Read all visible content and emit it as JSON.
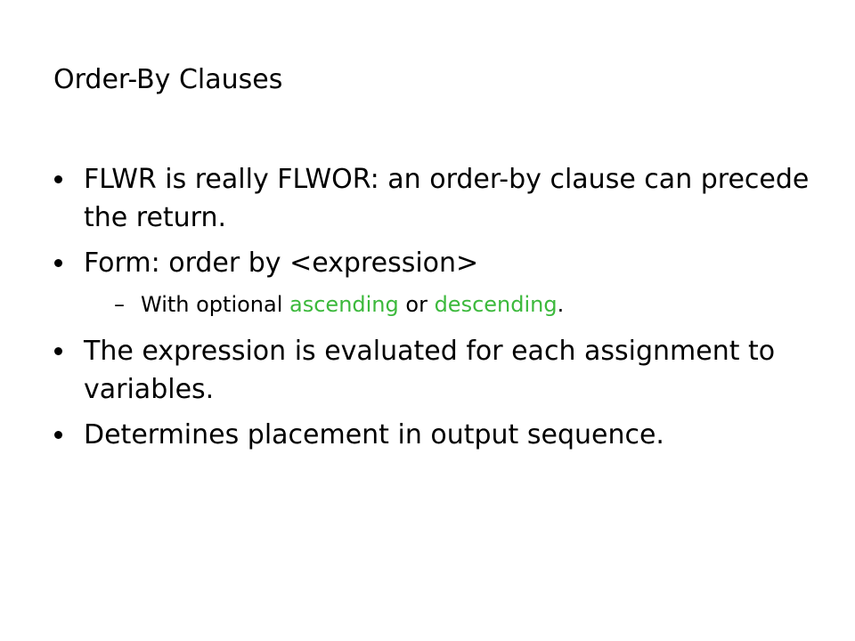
{
  "slide": {
    "title": "Order-By Clauses",
    "bullets": [
      {
        "text": "FLWR is really FLWOR: an order-by clause can precede the return."
      },
      {
        "text": "Form: order by <expression>"
      },
      {
        "text": "The expression is evaluated for each assignment to variables."
      },
      {
        "text": "Determines placement in output sequence."
      }
    ],
    "sub_bullet": {
      "dash": "–",
      "prefix": "With optional ",
      "option1": "ascending",
      "middle": " or ",
      "option2": "descending",
      "suffix": "."
    },
    "colors": {
      "text": "#000000",
      "keyword": "#3cb93c",
      "background": "#ffffff"
    }
  }
}
